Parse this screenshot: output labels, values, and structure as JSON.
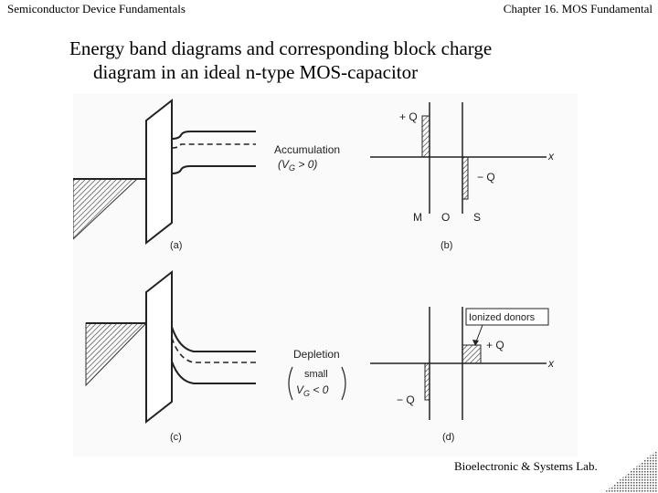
{
  "header": {
    "left": "Semiconductor Device Fundamentals",
    "right": "Chapter 16. MOS Fundamental"
  },
  "title": {
    "line1": "Energy band diagrams and corresponding block charge",
    "line2": "diagram in an ideal n-type MOS-capacitor"
  },
  "panels": {
    "a": {
      "caption": "(a)",
      "state": "Accumulation",
      "condition": "(V",
      "condition_sub": "G",
      "condition_rest": " > 0)"
    },
    "b": {
      "caption": "(b)",
      "plus_q": "+ Q",
      "minus_q": "− Q",
      "axis": "x",
      "m": "M",
      "o": "O",
      "s": "S"
    },
    "c": {
      "caption": "(c)",
      "state": "Depletion",
      "small": "small",
      "cond_v": "V",
      "cond_sub": "G",
      "cond_rest": " < 0"
    },
    "d": {
      "caption": "(d)",
      "ionized": "Ionized donors",
      "plus_q": "+ Q",
      "minus_q": "− Q",
      "axis": "x"
    }
  },
  "footer": {
    "lab": "Bioelectronic & Systems Lab."
  }
}
